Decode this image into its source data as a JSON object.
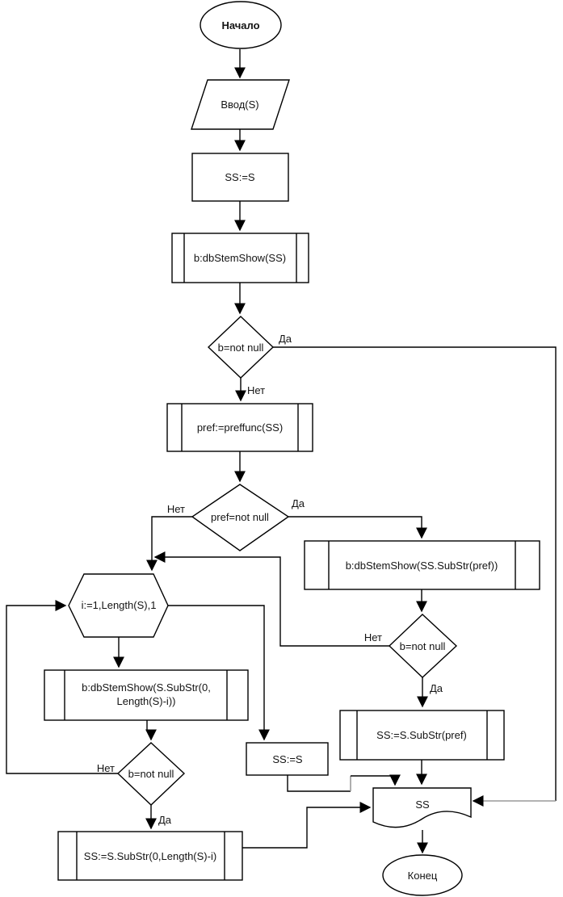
{
  "diagram": {
    "nodes": {
      "start": "Начало",
      "input": "Ввод(S)",
      "assign_ss": "SS:=S",
      "stem_show_ss": "b:dbStemShow(SS)",
      "check_b1": "b=not null",
      "preffunc": "pref:=preffunc(SS)",
      "check_pref": "pref=not null",
      "stem_show_pref": "b:dbStemShow(SS.SubStr(pref))",
      "check_b2": "b=not null",
      "assign_substr_pref": "SS:=S.SubStr(pref)",
      "loop": "i:=1,Length(S),1",
      "stem_show_loop_line1": "b:dbStemShow(S.SubStr(0,",
      "stem_show_loop_line2": "Length(S)-i))",
      "check_b3": "b=not null",
      "assign_substr_len": "SS:=S.SubStr(0,Length(S)-i)",
      "assign_ss_2": "SS:=S",
      "output": "SS",
      "end": "Конец"
    },
    "labels": {
      "yes": "Да",
      "no": "Нет"
    },
    "colors": {
      "stroke": "#000000",
      "fill": "#ffffff",
      "overlap_gray": "#9a9a9a"
    }
  }
}
